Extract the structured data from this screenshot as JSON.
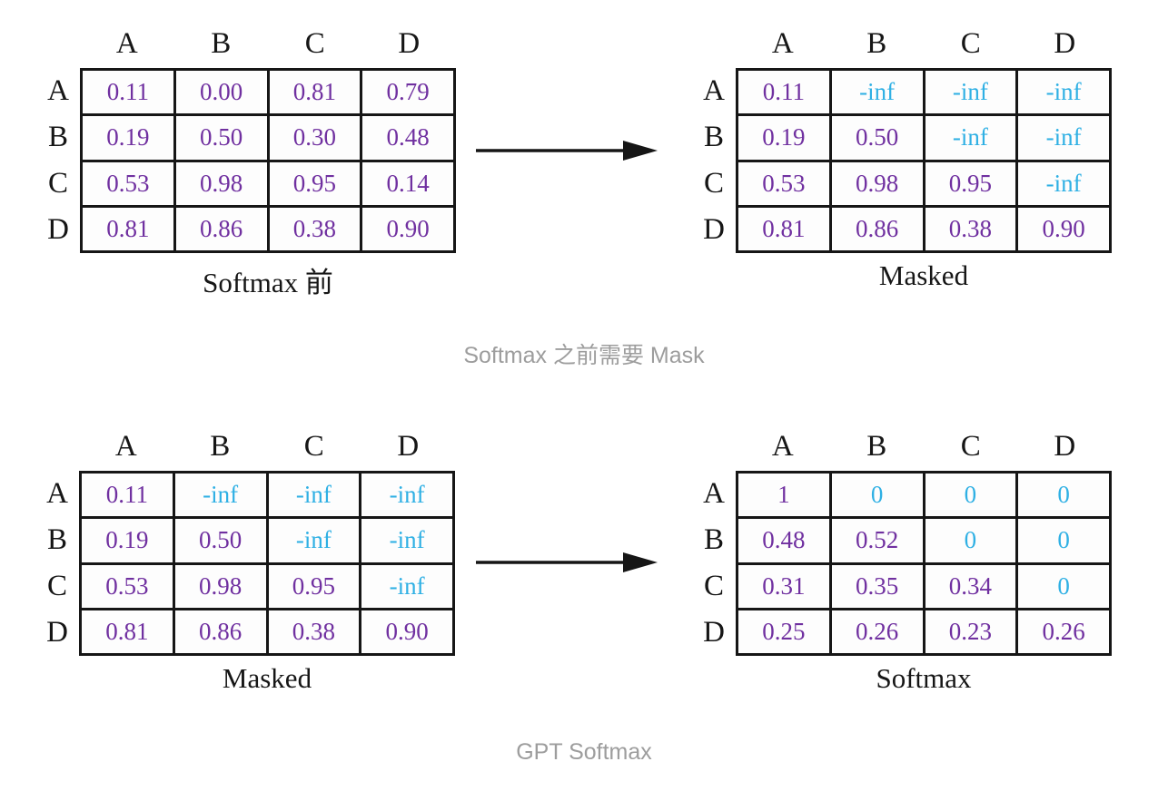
{
  "colors": {
    "value_purple": "#7030A0",
    "masked_cyan": "#2FB0E4",
    "ink_black": "#161616",
    "caption_gray": "#9d9d9d"
  },
  "icons": {
    "arrow_right": "→"
  },
  "panels": [
    {
      "id": "pre_softmax",
      "label": "Softmax 前",
      "col_headers": [
        "A",
        "B",
        "C",
        "D"
      ],
      "row_headers": [
        "A",
        "B",
        "C",
        "D"
      ],
      "cells": [
        [
          "0.11",
          "0.00",
          "0.81",
          "0.79"
        ],
        [
          "0.19",
          "0.50",
          "0.30",
          "0.48"
        ],
        [
          "0.53",
          "0.98",
          "0.95",
          "0.14"
        ],
        [
          "0.81",
          "0.86",
          "0.38",
          "0.90"
        ]
      ],
      "masked": [
        [
          false,
          false,
          false,
          false
        ],
        [
          false,
          false,
          false,
          false
        ],
        [
          false,
          false,
          false,
          false
        ],
        [
          false,
          false,
          false,
          false
        ]
      ]
    },
    {
      "id": "masked_top",
      "label": "Masked",
      "col_headers": [
        "A",
        "B",
        "C",
        "D"
      ],
      "row_headers": [
        "A",
        "B",
        "C",
        "D"
      ],
      "cells": [
        [
          "0.11",
          "-inf",
          "-inf",
          "-inf"
        ],
        [
          "0.19",
          "0.50",
          "-inf",
          "-inf"
        ],
        [
          "0.53",
          "0.98",
          "0.95",
          "-inf"
        ],
        [
          "0.81",
          "0.86",
          "0.38",
          "0.90"
        ]
      ],
      "masked": [
        [
          false,
          true,
          true,
          true
        ],
        [
          false,
          false,
          true,
          true
        ],
        [
          false,
          false,
          false,
          true
        ],
        [
          false,
          false,
          false,
          false
        ]
      ]
    },
    {
      "id": "masked_bottom",
      "label": "Masked",
      "col_headers": [
        "A",
        "B",
        "C",
        "D"
      ],
      "row_headers": [
        "A",
        "B",
        "C",
        "D"
      ],
      "cells": [
        [
          "0.11",
          "-inf",
          "-inf",
          "-inf"
        ],
        [
          "0.19",
          "0.50",
          "-inf",
          "-inf"
        ],
        [
          "0.53",
          "0.98",
          "0.95",
          "-inf"
        ],
        [
          "0.81",
          "0.86",
          "0.38",
          "0.90"
        ]
      ],
      "masked": [
        [
          false,
          true,
          true,
          true
        ],
        [
          false,
          false,
          true,
          true
        ],
        [
          false,
          false,
          false,
          true
        ],
        [
          false,
          false,
          false,
          false
        ]
      ]
    },
    {
      "id": "softmax",
      "label": "Softmax",
      "col_headers": [
        "A",
        "B",
        "C",
        "D"
      ],
      "row_headers": [
        "A",
        "B",
        "C",
        "D"
      ],
      "cells": [
        [
          "1",
          "0",
          "0",
          "0"
        ],
        [
          "0.48",
          "0.52",
          "0",
          "0"
        ],
        [
          "0.31",
          "0.35",
          "0.34",
          "0"
        ],
        [
          "0.25",
          "0.26",
          "0.23",
          "0.26"
        ]
      ],
      "masked": [
        [
          false,
          true,
          true,
          true
        ],
        [
          false,
          false,
          true,
          true
        ],
        [
          false,
          false,
          false,
          true
        ],
        [
          false,
          false,
          false,
          false
        ]
      ]
    }
  ],
  "captions": [
    "Softmax 之前需要 Mask",
    "GPT Softmax"
  ]
}
